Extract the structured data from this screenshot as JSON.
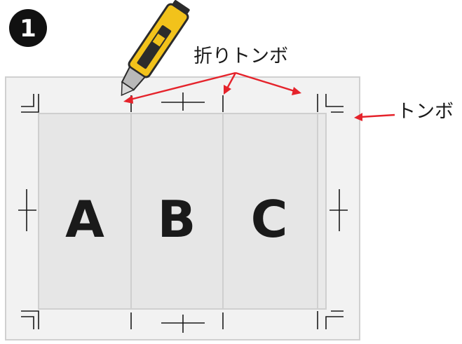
{
  "step": {
    "number": "1"
  },
  "panels": [
    {
      "letter": "A"
    },
    {
      "letter": "B"
    },
    {
      "letter": "C"
    }
  ],
  "callouts": {
    "fold_marks": "折りトンボ",
    "trim_marks": "トンボ"
  },
  "colors": {
    "arrow": "#e5232b",
    "sheet": "#f2f2f2",
    "panel": "#e6e6e6",
    "border": "#d0d0d0",
    "cutter_body": "#f2c21b",
    "cutter_dark": "#2b2b2b",
    "blade": "#b8b8b8"
  },
  "icons": {
    "tool": "utility-knife-icon",
    "step_badge": "number-badge-icon"
  }
}
